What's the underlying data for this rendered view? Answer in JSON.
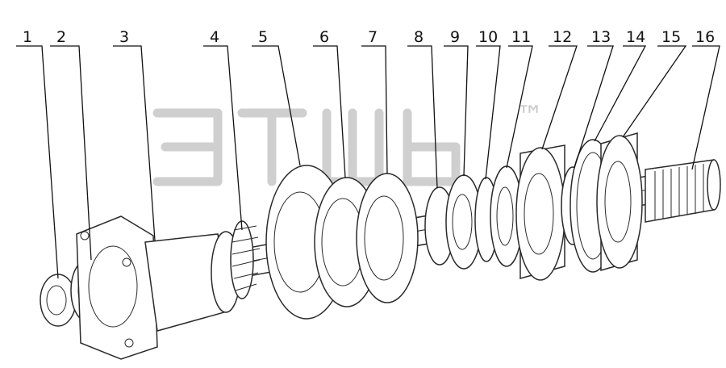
{
  "labels": [
    "1",
    "2",
    "3",
    "4",
    "5",
    "6",
    "7",
    "8",
    "9",
    "10",
    "11",
    "12",
    "13",
    "14",
    "15",
    "16"
  ],
  "watermark": {
    "tm": "™"
  },
  "colors": {
    "line": "#111111",
    "part_stroke": "#2a2a2a",
    "watermark": "#c7c7c7"
  }
}
